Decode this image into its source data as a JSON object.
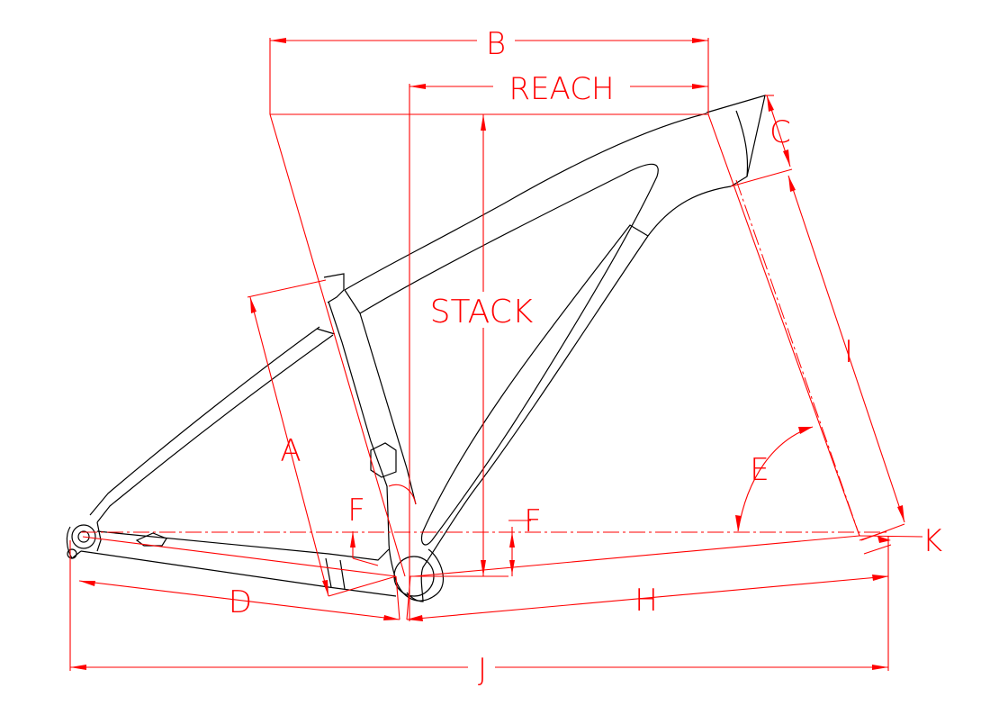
{
  "drawing": {
    "title": "",
    "labels": {
      "b": "B",
      "reach": "REACH",
      "c": "C",
      "stack": "STACK",
      "i": "I",
      "a": "A",
      "e": "E",
      "f_left": "F",
      "f_right": "F",
      "k": "K",
      "d": "D",
      "h": "H",
      "j": "J"
    },
    "colors": {
      "dimension": "#ff0000",
      "frame": "#000000",
      "background": "#ffffff"
    }
  }
}
